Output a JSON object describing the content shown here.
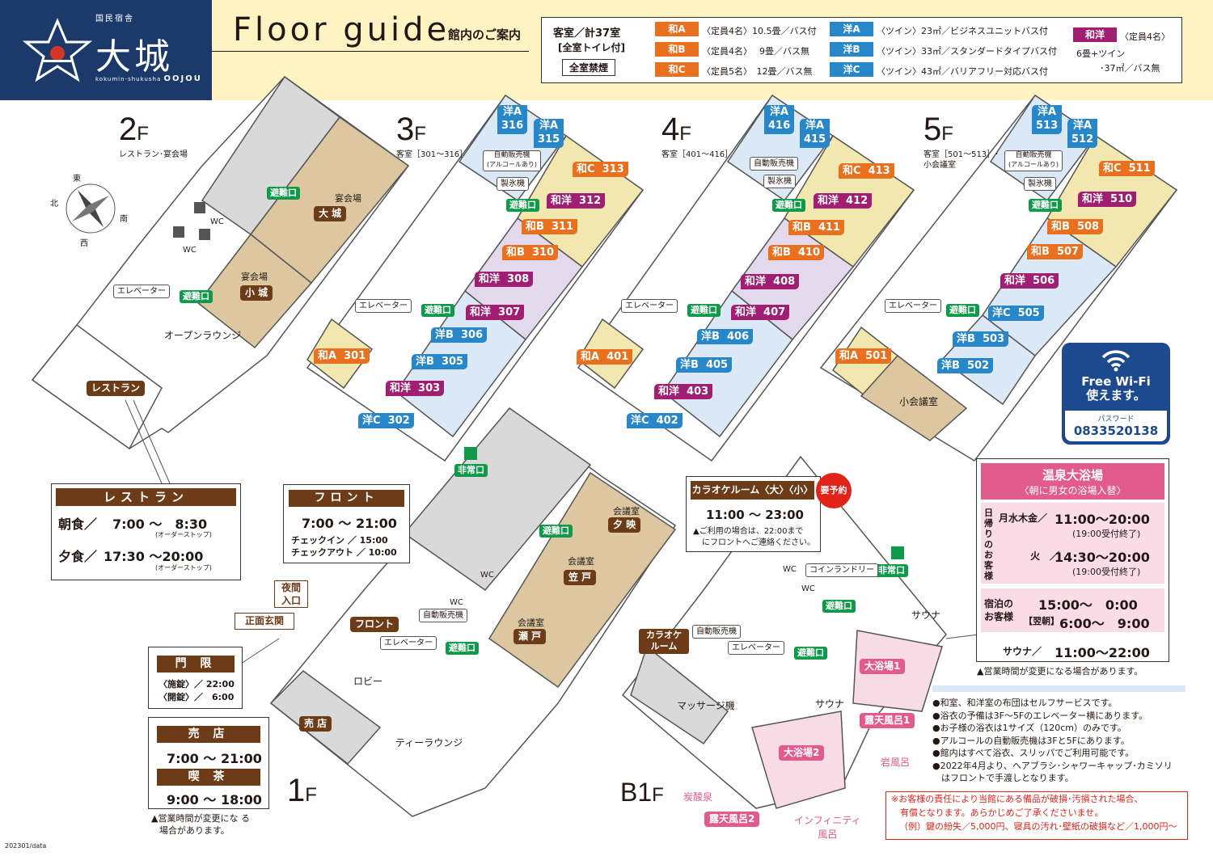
{
  "header": {
    "logo_pre": "国民宿舎",
    "logo_name": "大城",
    "logo_roman_small": "kokumin-shukusha",
    "logo_roman_big": "OOJOU",
    "title": "Floor guide",
    "subtitle": "館内のご案内"
  },
  "legend": {
    "rooms_title": "客室／計37室",
    "rooms_toilet": "[全室トイレ付]",
    "nonsmoking": "全室禁煙",
    "items": [
      {
        "tag": "和A",
        "kind": "wa",
        "text": "〈定員4名〉10.5畳／バス付"
      },
      {
        "tag": "和B",
        "kind": "wa",
        "text": "〈定員4名〉　 9畳／バス無"
      },
      {
        "tag": "和C",
        "kind": "wa",
        "text": "〈定員5名〉　12畳／バス無"
      },
      {
        "tag": "洋A",
        "kind": "yo",
        "text": "〈ツイン〉23㎡／ビジネスユニットバス付"
      },
      {
        "tag": "洋B",
        "kind": "yo",
        "text": "〈ツイン〉33㎡／スタンダードタイプバス付"
      },
      {
        "tag": "洋C",
        "kind": "yo",
        "text": "〈ツイン〉43㎡／バリアフリー対応バス付"
      },
      {
        "tag": "和洋",
        "kind": "wy",
        "text": "〈定員4名〉"
      }
    ],
    "wayo_line2": "6畳+ツイン",
    "wayo_line3": "･37㎡／バス無"
  },
  "colors": {
    "navy": "#1b3a6b",
    "cream": "#fdf3c3",
    "wa": "#e8701e",
    "yo": "#2887c8",
    "wayo": "#a01f73",
    "exit": "#0f9a49",
    "brown": "#6c3b17",
    "pink": "#e25b8a"
  },
  "compass": {
    "n": "北",
    "e": "東",
    "s": "南",
    "w": "西"
  },
  "common": {
    "exit": "避難口",
    "elevator": "エレベーター",
    "wc": "WC",
    "vending": "自動販売機",
    "vending_alcohol": "(アルコールあり)",
    "ice": "製氷機",
    "emergency": "非常口"
  },
  "floor2": {
    "num": "2",
    "unit": "F",
    "sub": "レストラン･宴会場",
    "hall1_label": "宴会場",
    "hall1_name": "大 城",
    "hall2_label": "宴会場",
    "hall2_name": "小 城",
    "lounge": "オープンラウンジ",
    "restaurant": "レストラン"
  },
  "floor3": {
    "num": "3",
    "unit": "F",
    "sub": "客室［301～316］",
    "rooms": [
      {
        "t": "洋A",
        "n": "316",
        "k": "yo"
      },
      {
        "t": "洋A",
        "n": "315",
        "k": "yo"
      },
      {
        "t": "和C",
        "n": "313",
        "k": "wa"
      },
      {
        "t": "和洋",
        "n": "312",
        "k": "wy"
      },
      {
        "t": "和B",
        "n": "311",
        "k": "wa"
      },
      {
        "t": "和B",
        "n": "310",
        "k": "wa"
      },
      {
        "t": "和洋",
        "n": "308",
        "k": "wy"
      },
      {
        "t": "和洋",
        "n": "307",
        "k": "wy"
      },
      {
        "t": "洋B",
        "n": "306",
        "k": "yo"
      },
      {
        "t": "洋B",
        "n": "305",
        "k": "yo"
      },
      {
        "t": "和洋",
        "n": "303",
        "k": "wy"
      },
      {
        "t": "洋C",
        "n": "302",
        "k": "yo"
      },
      {
        "t": "和A",
        "n": "301",
        "k": "wa"
      }
    ]
  },
  "floor4": {
    "num": "4",
    "unit": "F",
    "sub": "客室［401～416］",
    "rooms": [
      {
        "t": "洋A",
        "n": "416",
        "k": "yo"
      },
      {
        "t": "洋A",
        "n": "415",
        "k": "yo"
      },
      {
        "t": "和C",
        "n": "413",
        "k": "wa"
      },
      {
        "t": "和洋",
        "n": "412",
        "k": "wy"
      },
      {
        "t": "和B",
        "n": "411",
        "k": "wa"
      },
      {
        "t": "和B",
        "n": "410",
        "k": "wa"
      },
      {
        "t": "和洋",
        "n": "408",
        "k": "wy"
      },
      {
        "t": "和洋",
        "n": "407",
        "k": "wy"
      },
      {
        "t": "洋B",
        "n": "406",
        "k": "yo"
      },
      {
        "t": "洋B",
        "n": "405",
        "k": "yo"
      },
      {
        "t": "和洋",
        "n": "403",
        "k": "wy"
      },
      {
        "t": "洋C",
        "n": "402",
        "k": "yo"
      },
      {
        "t": "和A",
        "n": "401",
        "k": "wa"
      }
    ]
  },
  "floor5": {
    "num": "5",
    "unit": "F",
    "sub1": "客室［501～513］･",
    "sub2": "小会議室",
    "rooms": [
      {
        "t": "洋A",
        "n": "513",
        "k": "yo"
      },
      {
        "t": "洋A",
        "n": "512",
        "k": "yo"
      },
      {
        "t": "和C",
        "n": "511",
        "k": "wa"
      },
      {
        "t": "和洋",
        "n": "510",
        "k": "wy"
      },
      {
        "t": "和B",
        "n": "508",
        "k": "wa"
      },
      {
        "t": "和B",
        "n": "507",
        "k": "wa"
      },
      {
        "t": "和洋",
        "n": "506",
        "k": "wy"
      },
      {
        "t": "洋C",
        "n": "505",
        "k": "yo"
      },
      {
        "t": "洋B",
        "n": "503",
        "k": "yo"
      },
      {
        "t": "洋B",
        "n": "502",
        "k": "yo"
      },
      {
        "t": "和A",
        "n": "501",
        "k": "wa"
      }
    ],
    "small_meeting": "小会議室"
  },
  "wifi": {
    "line1": "Free Wi-Fi",
    "line2": "使えます。",
    "pw_label": "パスワード",
    "password": "0833520138"
  },
  "floor1": {
    "num": "1",
    "unit": "F",
    "meeting1_label": "会議室",
    "meeting1_name": "夕 映",
    "meeting2_label": "会議室",
    "meeting2_name": "笠 戸",
    "meeting3_label": "会議室",
    "meeting3_name": "瀬 戸",
    "front": "フロント",
    "lobby": "ロビー",
    "tea_lounge": "ティーラウンジ",
    "shop": "売 店",
    "night_entrance_1": "夜間",
    "night_entrance_2": "入口",
    "main_entrance": "正面玄関"
  },
  "floorB1": {
    "num": "B1",
    "unit": "F",
    "karaoke_1": "カラオケ",
    "karaoke_2": "ルーム",
    "coin_laundry": "コインランドリー",
    "sauna": "サウナ",
    "massage": "マッサージ機",
    "bath1": "大浴場1",
    "bath2": "大浴場2",
    "open_bath1": "露天風呂1",
    "open_bath2": "露天風呂2",
    "rock_bath": "岩風呂",
    "carbonated": "炭酸泉",
    "infinity_1": "インフィニティ",
    "infinity_2": "風呂"
  },
  "restaurant_box": {
    "title": "レストラン",
    "breakfast_label": "朝食／",
    "breakfast_time": "7:00 ～　8:30",
    "breakfast_note": "(オーダーストップ)",
    "dinner_label": "夕食／",
    "dinner_time": "17:30 ～20:00",
    "dinner_note": "(オーダーストップ)"
  },
  "front_box": {
    "title": "フロント",
    "time": "7:00 ～ 21:00",
    "checkin": "チェックイン ／ 15:00",
    "checkout": "チェックアウト ／ 10:00"
  },
  "gate_box": {
    "title": "門 限",
    "lock": "〈施錠〉／ 22:00",
    "unlock": "〈開錠〉／　6:00"
  },
  "shop_box": {
    "shop_title": "売 店",
    "shop_time": "7:00 ～ 21:00",
    "cafe_title": "喫 茶",
    "cafe_time": "9:00 ～ 18:00",
    "note1": "▲営業時間が変更にな る",
    "note2": "場合があります。"
  },
  "karaoke_box": {
    "title": "カラオケルーム〈大〉〈小〉",
    "badge": "要予約",
    "time": "11:00 ～ 23:00",
    "note1": "▲ご利用の場合は、22:00まで",
    "note2": "にフロントへご連絡ください。"
  },
  "onsen_box": {
    "title": "温泉大浴場",
    "sub": "〈朝に男女の浴場入替〉",
    "day_label": "日帰りのお客様",
    "day1_label": "月水木金／",
    "day1_time": "11:00～20:00",
    "day1_note": "(19:00受付終了)",
    "day2_label": "火　／",
    "day2_time": "14:30～20:00",
    "day2_note": "(19:00受付終了)",
    "stay_label_1": "宿泊の",
    "stay_label_2": "お客様",
    "stay1": "15:00～　0:00",
    "stay2_label": "【翌朝】",
    "stay2": "6:00～　9:00",
    "sauna_label": "サウナ／",
    "sauna_time": "11:00～22:00",
    "note": "▲営業時間が変更になる場合があります。"
  },
  "notes": [
    "●和室、和洋室の布団はセルフサービスです。",
    "●浴衣の予備は3F～5Fのエレベーター横にあります。",
    "●お子様の浴衣は1サイズ（120cm）のみです。",
    "●アルコールの自動販売機は3Fと5Fにあります。",
    "●館内はすべて浴衣、スリッパでご利用可能です。",
    "●2022年4月より、ヘアブラシ･シャワーキャップ･カミソリ",
    "　はフロントで手渡しとなります。"
  ],
  "warning": {
    "line1": "※お客様の責任により当館にある備品が破損･汚損された場合、",
    "line2": "　有償となります。あらかじめご了承くださいませ。",
    "line3": "（例）鍵の紛失／5,000円、寝具の汚れ･壁紙の破損など／1,000円～"
  },
  "footer_code": "202301/data"
}
